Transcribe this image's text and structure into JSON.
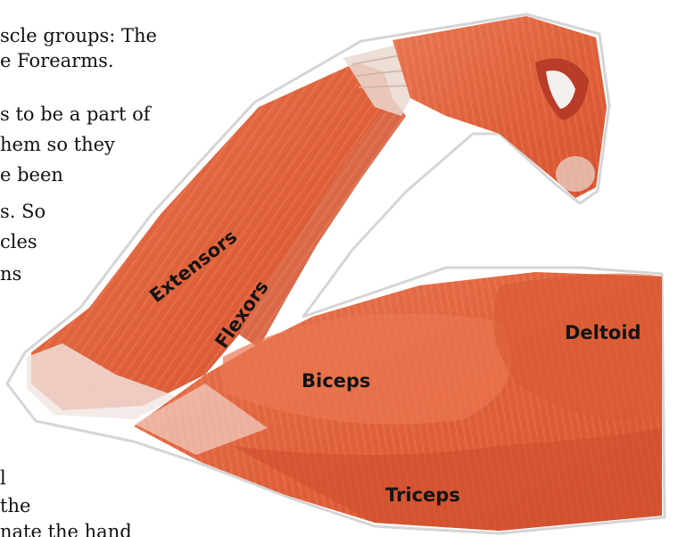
{
  "text_lines": [
    "scle groups: The",
    "e Forearms.",
    "s to be a part of",
    "hem so they",
    "e been",
    "s. So",
    "cles",
    "ns",
    "l",
    "the",
    "nate the hand"
  ],
  "labels": {
    "extensors": "Extensors",
    "flexors": "Flexors",
    "deltoid": "Deltoid",
    "biceps": "Biceps",
    "triceps": "Triceps"
  },
  "colors": {
    "muscle": "#e0633c",
    "muscle_dark": "#c5452a",
    "muscle_light": "#f0906a",
    "tendon": "#ead8cf",
    "outline": "#d5d5d5"
  }
}
